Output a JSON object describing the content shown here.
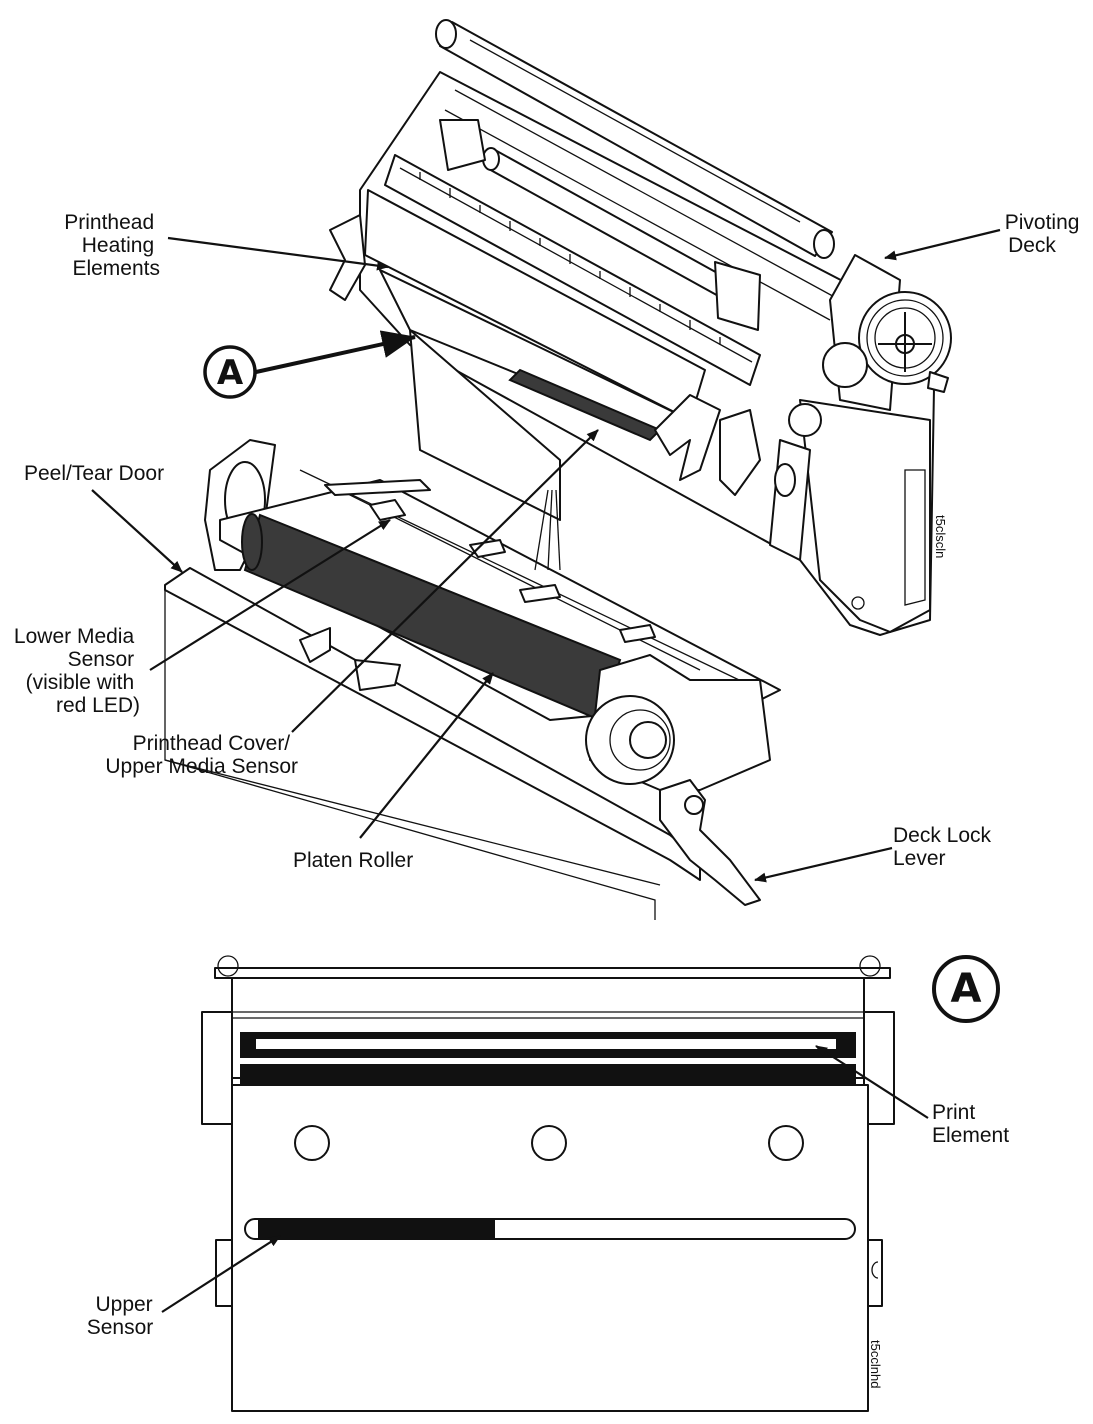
{
  "figure_codes": {
    "top": "t5clscln",
    "bottom": "t5cclnhd"
  },
  "detail_marker": "A",
  "labels": {
    "printhead_heating_elements": [
      "Printhead",
      "Heating",
      "Elements"
    ],
    "pivoting_deck": [
      "Pivoting",
      "Deck"
    ],
    "peel_tear_door": [
      "Peel/Tear Door"
    ],
    "lower_media_sensor": [
      "Lower Media",
      "Sensor",
      "(visible with",
      "red LED)"
    ],
    "printhead_cover": [
      "Printhead Cover/",
      "Upper Media Sensor"
    ],
    "platen_roller": [
      "Platen Roller"
    ],
    "deck_lock_lever": [
      "Deck Lock",
      "Lever"
    ],
    "print_element": [
      "Print",
      "Element"
    ],
    "upper_sensor": [
      "Upper",
      "Sensor"
    ]
  },
  "upper_sensor_indicator": {
    "filled_fraction": 0.4
  }
}
